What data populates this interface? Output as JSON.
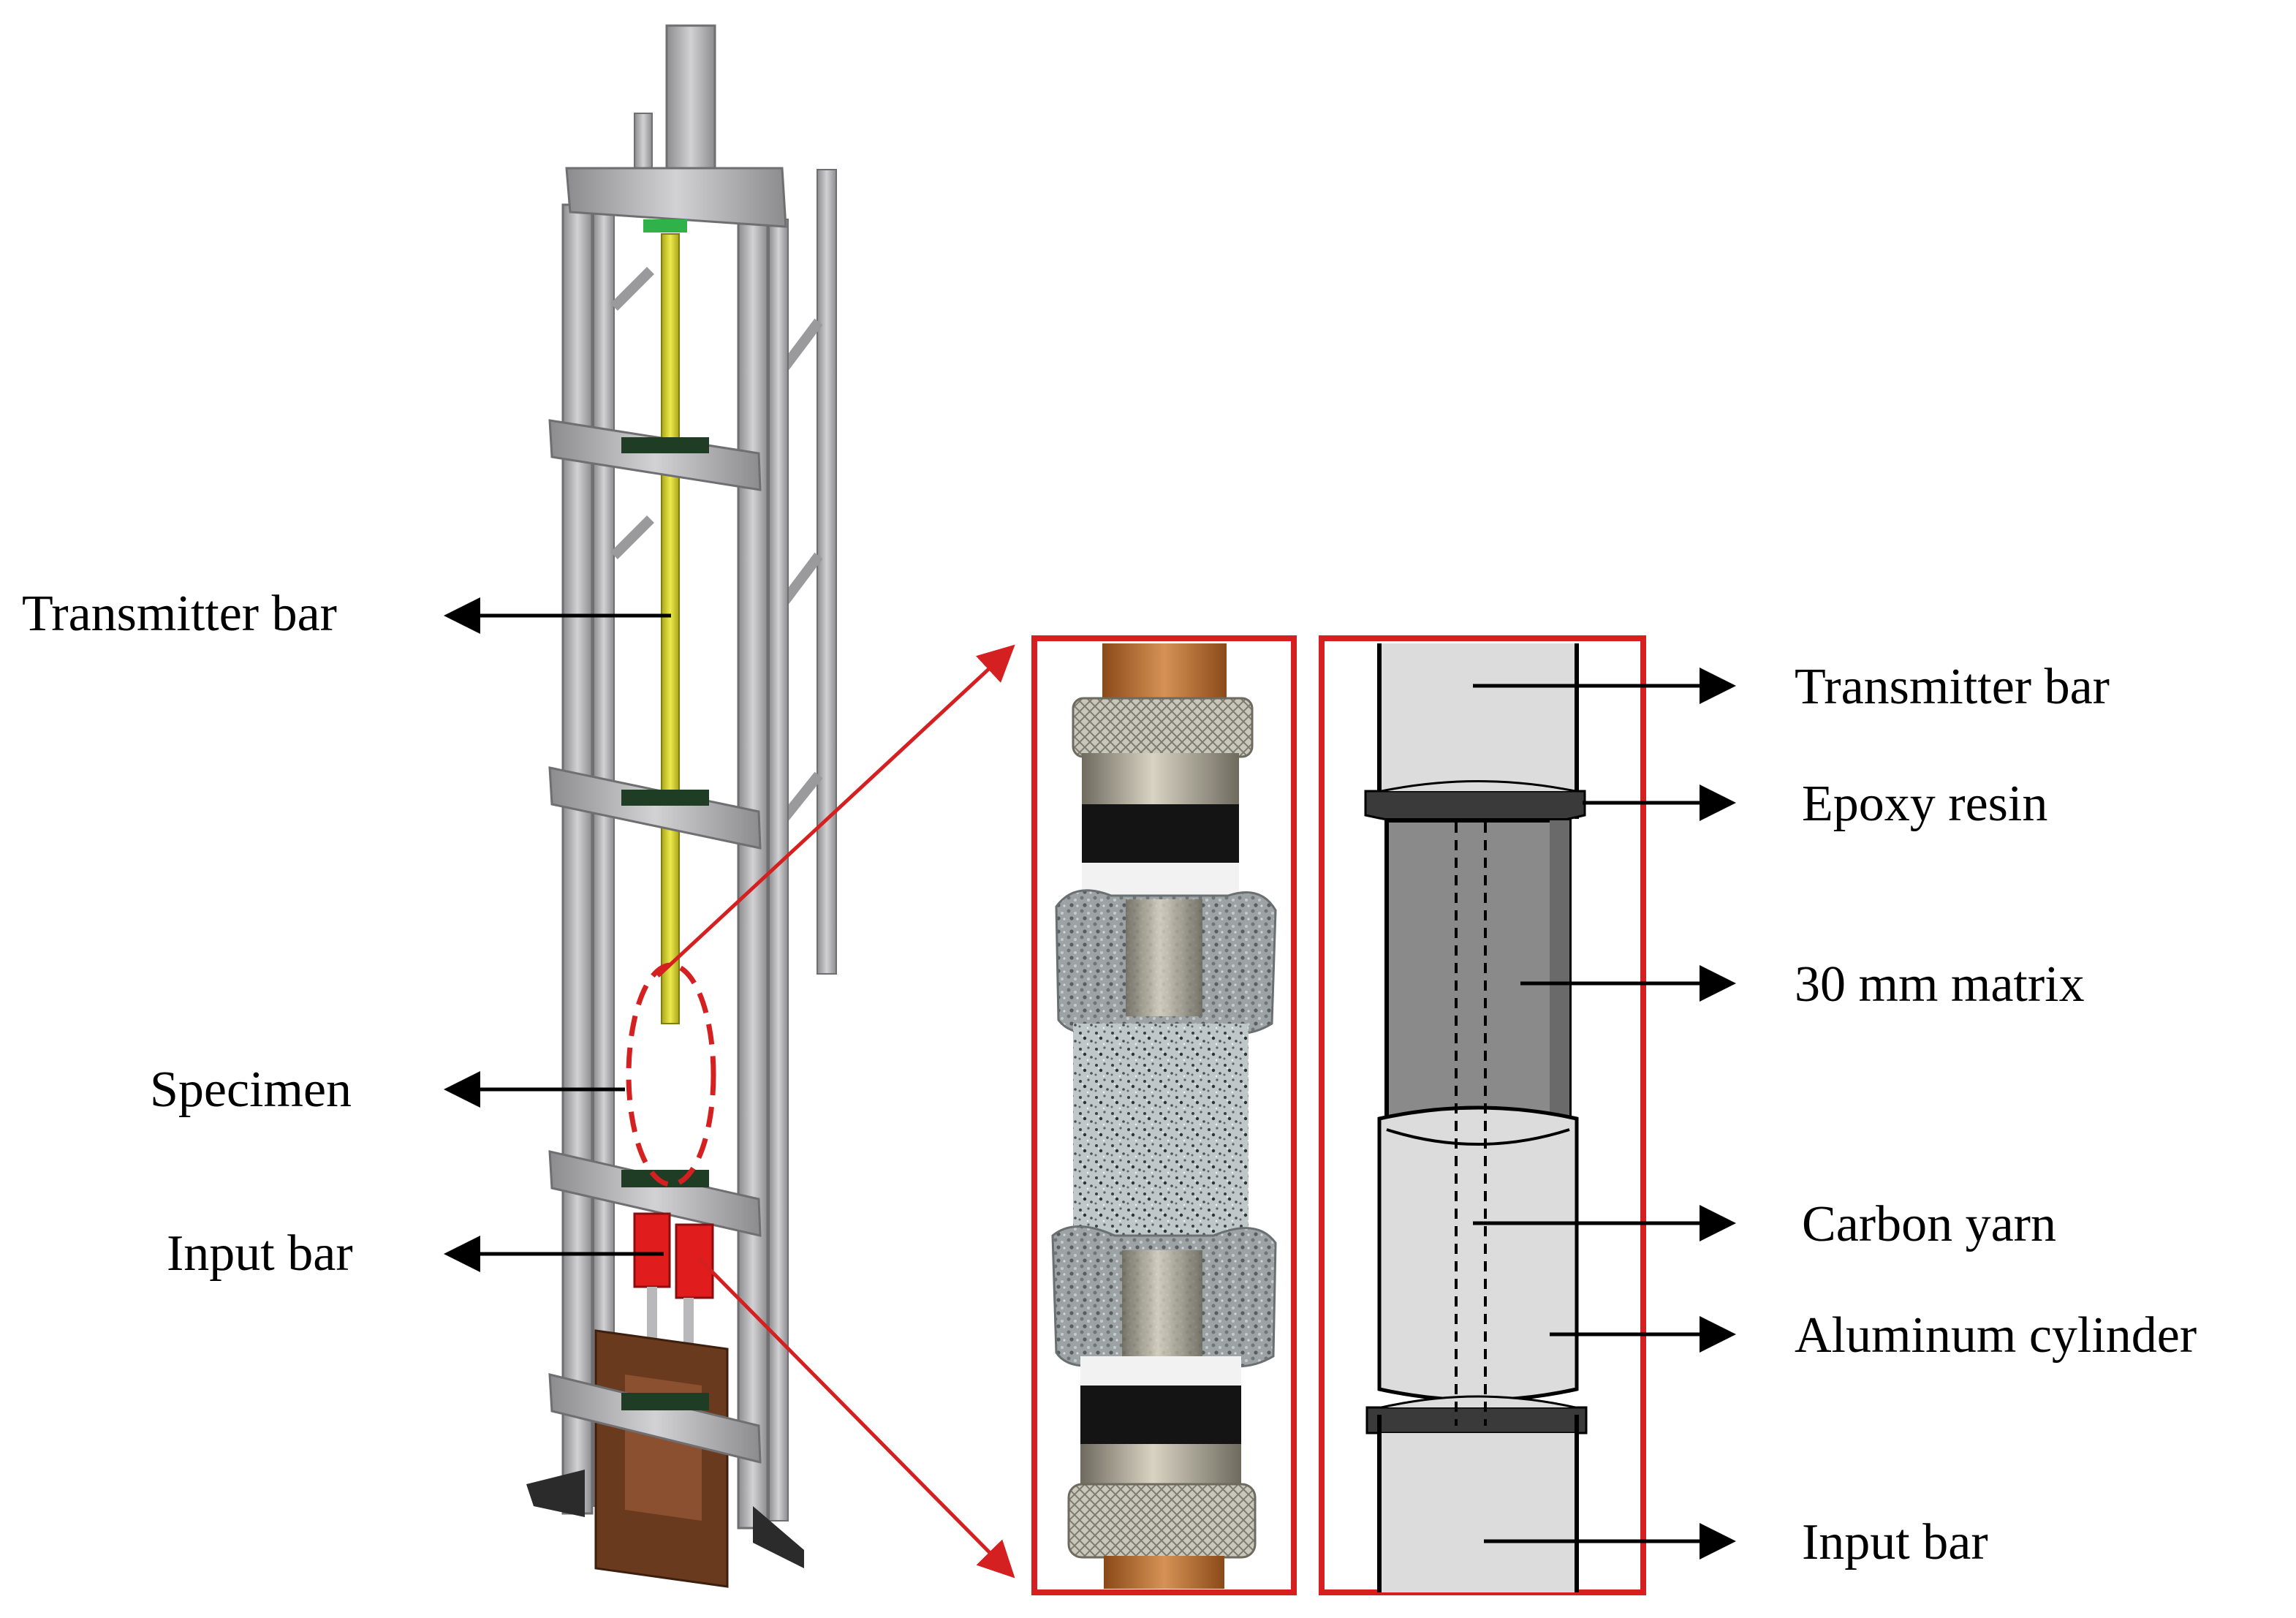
{
  "labels": {
    "left": {
      "transmitter_bar": "Transmitter bar",
      "specimen": "Specimen",
      "input_bar": "Input bar"
    },
    "right": {
      "transmitter_bar": "Transmitter bar",
      "epoxy_resin": "Epoxy resin",
      "matrix": "30 mm matrix",
      "carbon_yarn": "Carbon yarn",
      "aluminum_cylinder": "Aluminum cylinder",
      "input_bar": "Input bar"
    }
  },
  "colors": {
    "frame_aluminum": "#a8a8aa",
    "transmitter_bar": "#d9d633",
    "input_bar_block": "#e01c1c",
    "base_block": "#6a3a1e",
    "clamp": "#1f3d24",
    "highlight_box": "#d42020",
    "bar_fill": "#dcdcdc",
    "matrix_fill": "#8a8a8a"
  }
}
